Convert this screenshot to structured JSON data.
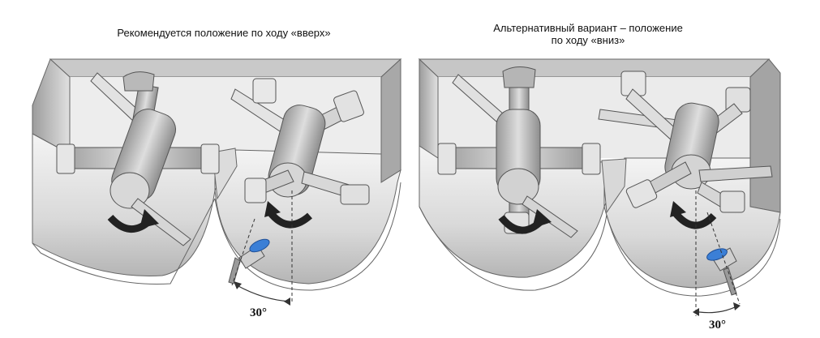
{
  "left_panel": {
    "caption": "Рекомендуется положение по ходу «вверх»",
    "angle_label": "30°"
  },
  "right_panel": {
    "caption_line1": "Альтернативный вариант – положение",
    "caption_line2": "по ходу «вниз»",
    "angle_label": "30°"
  },
  "colors": {
    "metal_light": "#e6e6e6",
    "metal_mid": "#bdbdbd",
    "metal_dark": "#8c8c8c",
    "outline": "#555555",
    "arrow": "#222222",
    "sensor_blue": "#3b7fd6"
  }
}
